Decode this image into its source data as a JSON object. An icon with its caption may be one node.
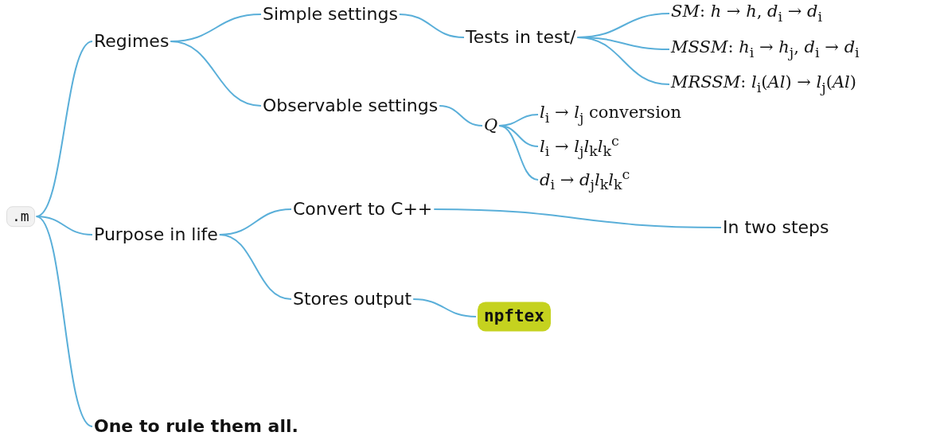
{
  "diagram": {
    "nodes": [
      {
        "text": [
          ".m"
        ]
      },
      {
        "text": [
          "Regimes"
        ]
      },
      {
        "text": [
          "Simple settings"
        ]
      },
      {
        "text": [
          "Tests in test/"
        ]
      },
      {
        "text": [
          "*SM*: *h* → *h*, *d*$_{i}$ → *d*$_{i}$"
        ]
      },
      {
        "text": [
          "*MSSM*: *h*$_{i}$ → *h*$_{j}$, *d*$_{i}$ → *d*$_{i}$"
        ]
      },
      {
        "text": [
          "*MRSSM*: *l*$_{i}$(*Al*) → *l*$_{j}$(*Al*)"
        ]
      },
      {
        "text": [
          "Observable settings"
        ]
      },
      {
        "text": [
          "*Q*"
        ]
      },
      {
        "text": [
          "*l*$_{i}$ → *l*$_{j}$ conversion"
        ]
      },
      {
        "text": [
          "*l*$_{i}$ → *l*$_{j}$*l*$_{k}$*l*$_{k}$$^{c}$"
        ]
      },
      {
        "text": [
          "*d*$_{i}$ → *d*$_{j}$*l*$_{k}$*l*$_{k}$$^{c}$"
        ]
      },
      {
        "text": [
          "Purpose in life"
        ]
      },
      {
        "text": [
          "Convert to C++"
        ]
      },
      {
        "text": [
          "In two steps"
        ]
      },
      {
        "text": [
          "Stores output"
        ]
      },
      {
        "text": [
          "npftex"
        ]
      },
      {
        "text": [
          "One to rule them all."
        ]
      }
    ],
    "edges": [
      {
        "from": 0,
        "to": 1,
        "arrow": "none"
      },
      {
        "from": 1,
        "to": 2,
        "arrow": "none"
      },
      {
        "from": 2,
        "to": 3,
        "arrow": "none"
      },
      {
        "from": 3,
        "to": 4,
        "arrow": "none"
      },
      {
        "from": 3,
        "to": 5,
        "arrow": "none"
      },
      {
        "from": 3,
        "to": 6,
        "arrow": "none"
      },
      {
        "from": 1,
        "to": 7,
        "arrow": "none"
      },
      {
        "from": 7,
        "to": 8,
        "arrow": "none"
      },
      {
        "from": 8,
        "to": 9,
        "arrow": "none"
      },
      {
        "from": 8,
        "to": 10,
        "arrow": "none"
      },
      {
        "from": 8,
        "to": 11,
        "arrow": "none"
      },
      {
        "from": 0,
        "to": 12,
        "arrow": "none"
      },
      {
        "from": 12,
        "to": 13,
        "arrow": "none"
      },
      {
        "from": 13,
        "to": 14,
        "arrow": "none"
      },
      {
        "from": 12,
        "to": 15,
        "arrow": "none"
      },
      {
        "from": 15,
        "to": 16,
        "arrow": "none"
      },
      {
        "from": 0,
        "to": 17,
        "arrow": "none"
      }
    ]
  }
}
